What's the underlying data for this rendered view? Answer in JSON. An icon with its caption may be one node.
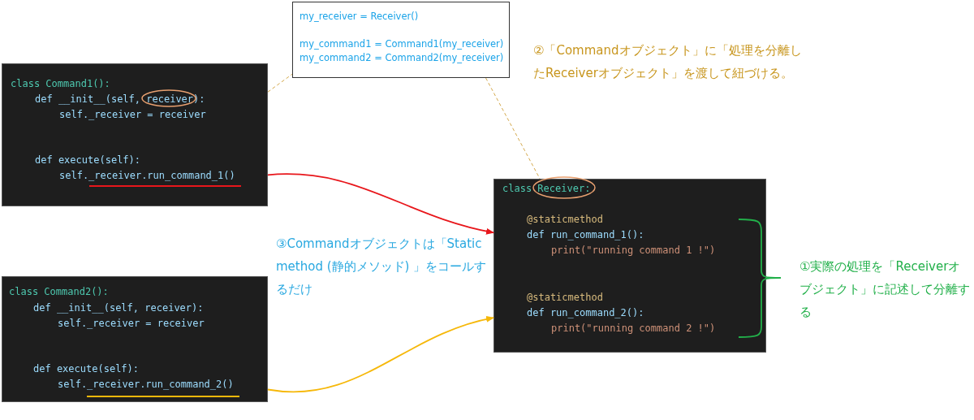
{
  "diagram": {
    "nodes": [
      {
        "text": [
          "my_receiver = Receiver()",
          "my_command1  = Command1(my_receiver)",
          "my_command2  = Command2(my_receiver)"
        ]
      },
      {
        "text": [
          "class Command1():",
          "def __init__(self, receiver):",
          "self._receiver = receiver",
          "def execute(self):",
          "self._receiver.run_command_1()"
        ]
      },
      {
        "text": [
          "class Receiver:",
          "@staticmethod",
          "def run_command_1():",
          "print(\"running command 1 !\")",
          "@staticmethod",
          "def run_command_2():",
          "print(\"running command 2 !\")"
        ]
      },
      {
        "text": [
          "class Command2():",
          "def __init__(self, receiver):",
          "self._receiver = receiver",
          "def execute(self):",
          "self._receiver.run_command_2()"
        ]
      }
    ],
    "edges": [
      {
        "from": 1,
        "to": 0,
        "arrow": "none",
        "style": "dashed",
        "color": "#d4a84a"
      },
      {
        "from": 0,
        "to": 2,
        "arrow": "none",
        "style": "dashed",
        "color": "#d4a84a"
      },
      {
        "from": 1,
        "to": 2,
        "arrow": "to",
        "color": "#e8161b"
      },
      {
        "from": 3,
        "to": 2,
        "arrow": "to",
        "color": "#f6b80a"
      }
    ],
    "labels": [
      "②「Commandオブジェクト」に「処理を分離したReceiverオブジェクト」を渡して紐づける。",
      "③Commandオブジェクトは「Static method (静的メソッド) 」をコールするだけ",
      "①実際の処理を「Receiverオブジェクト」に記述して分離する"
    ]
  }
}
